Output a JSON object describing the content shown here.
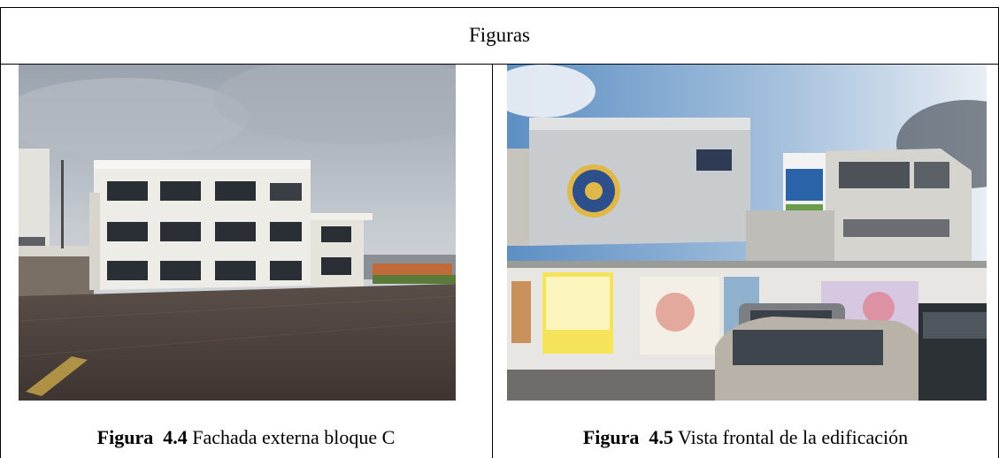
{
  "table": {
    "header": "Figuras"
  },
  "figures": [
    {
      "label": "Figura",
      "number": "4.4",
      "caption": "Fachada externa bloque C",
      "photo_icon": "building-facade-photo"
    },
    {
      "label": "Figura",
      "number": "4.5",
      "caption": "Vista frontal de la edificación",
      "photo_icon": "school-front-view-photo"
    }
  ]
}
